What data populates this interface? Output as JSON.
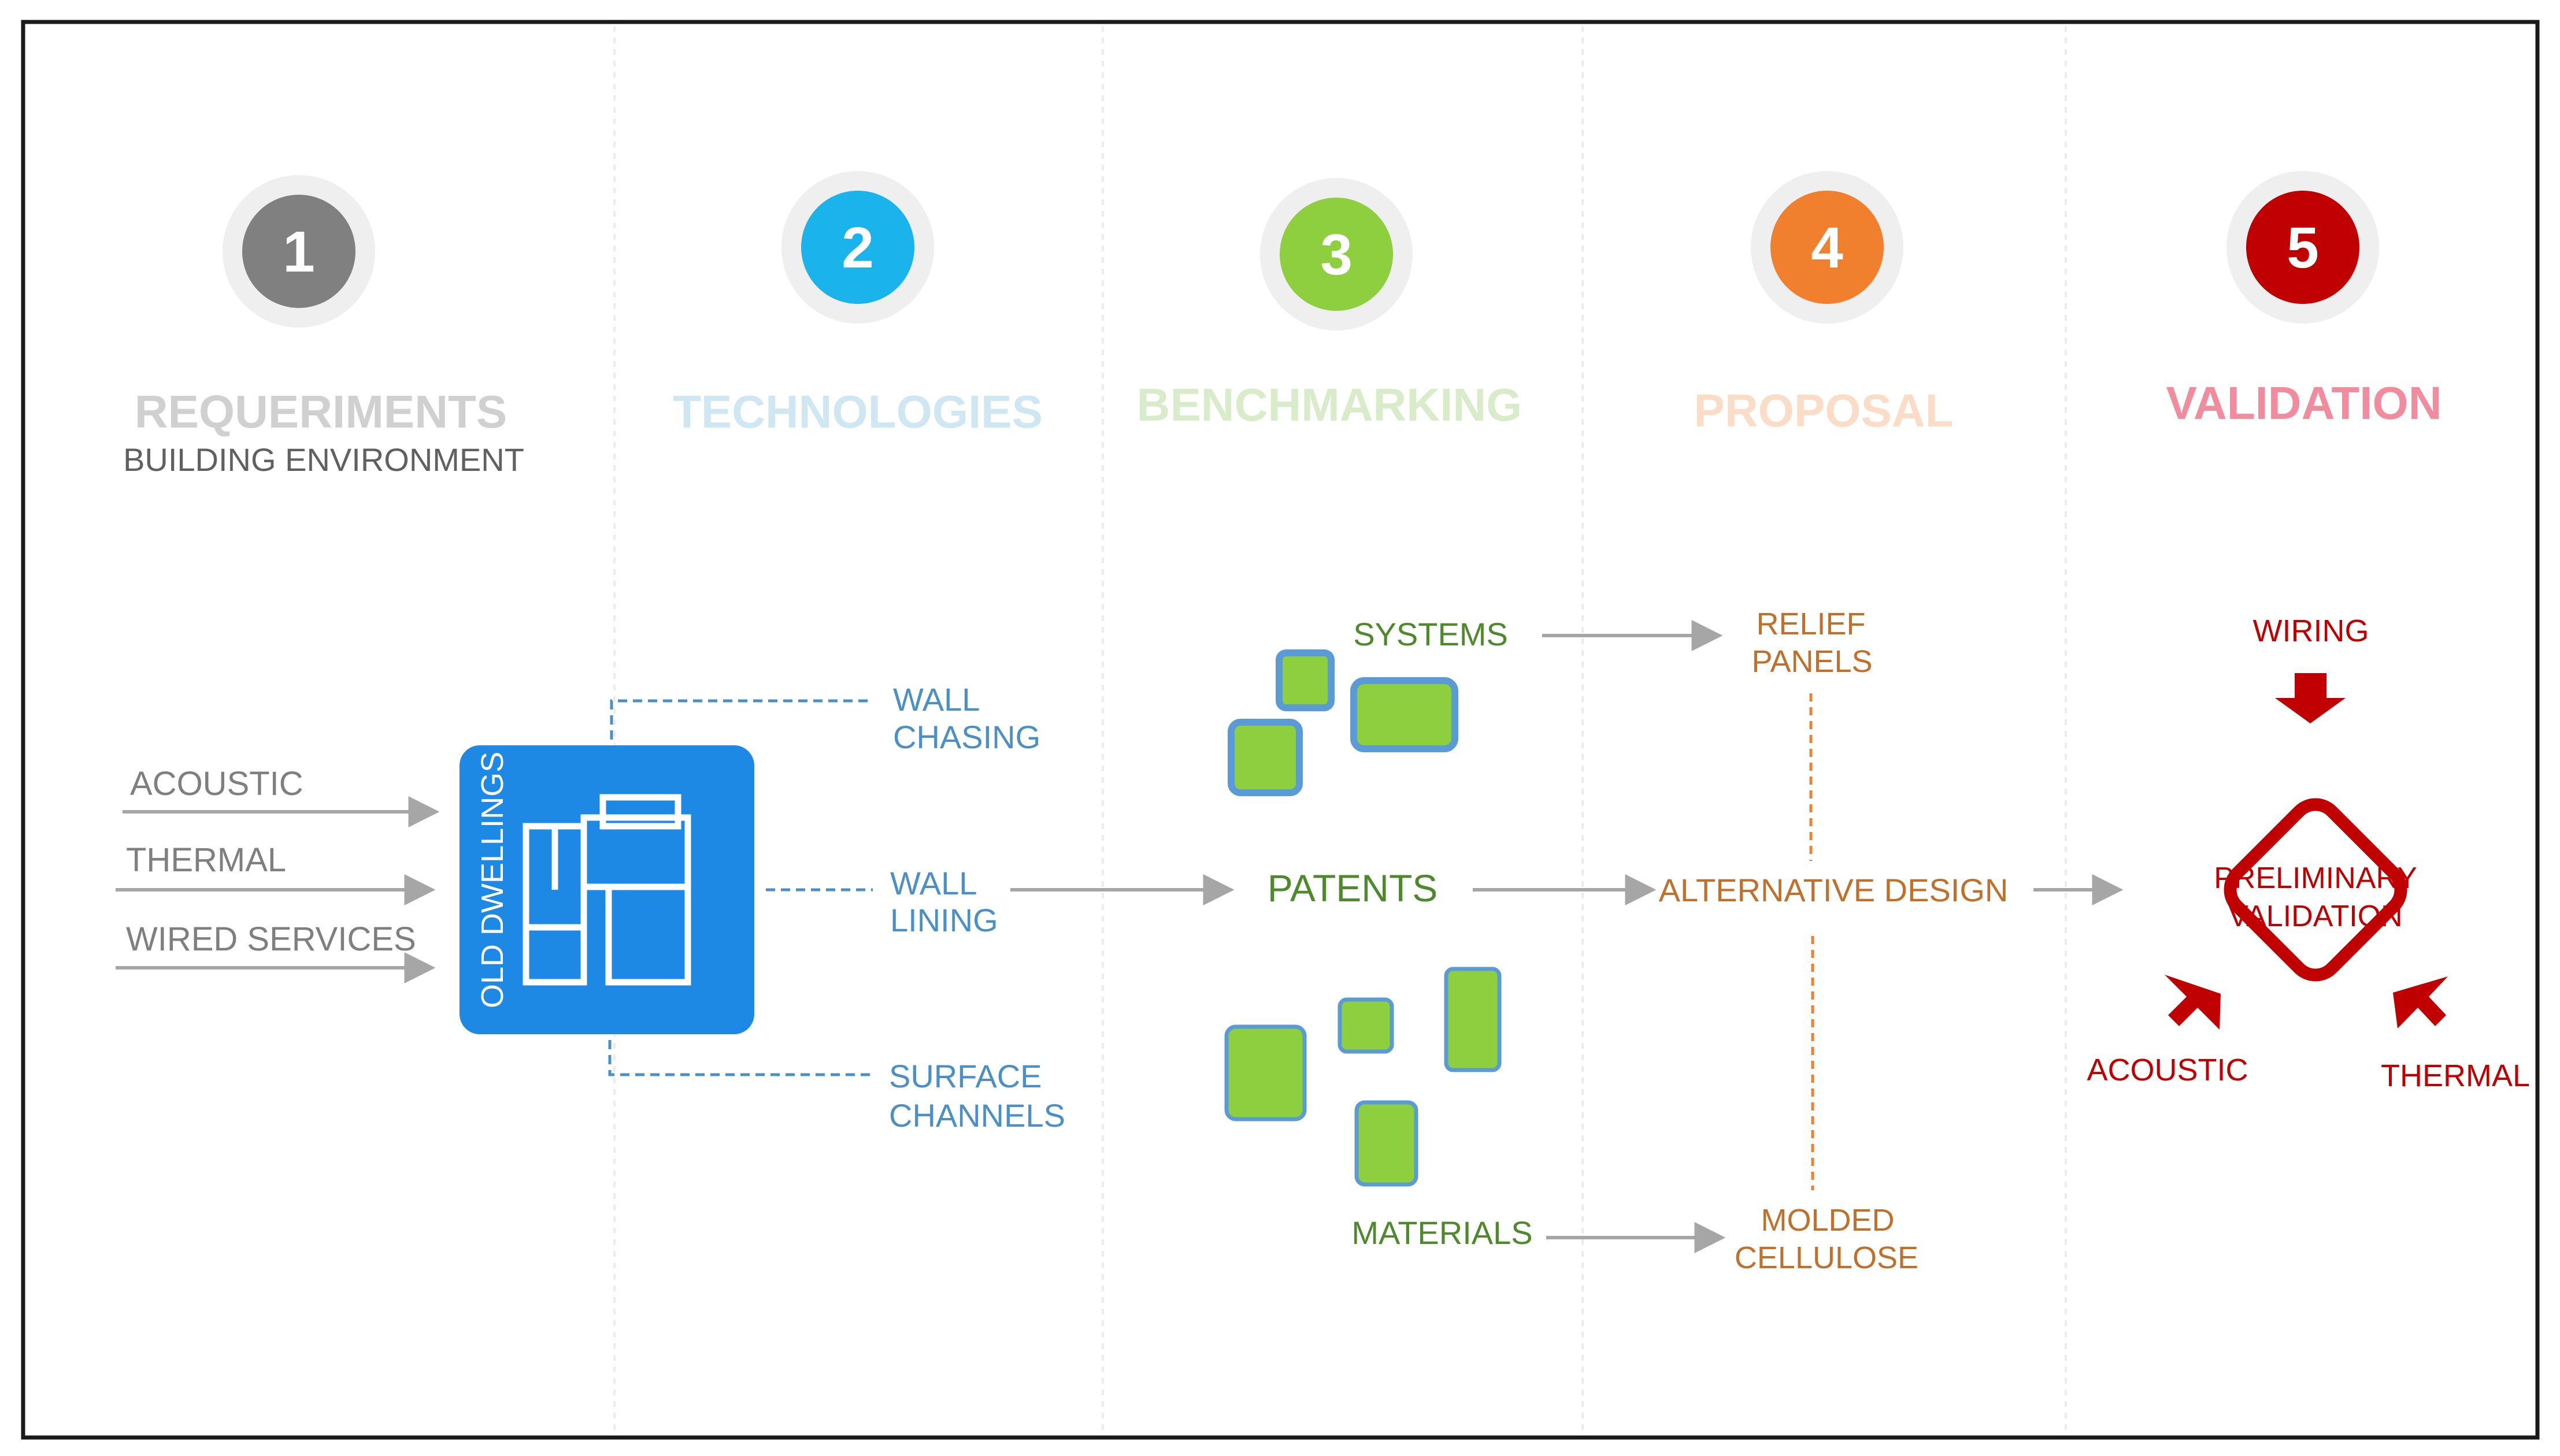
{
  "steps": [
    {
      "number": "1",
      "title": "REQUERIMENTS",
      "subtitle": "BUILDING ENVIRONMENT",
      "circle_color": "#808080",
      "title_color": "#d0d0d0"
    },
    {
      "number": "2",
      "title": "TECHNOLOGIES",
      "circle_color": "#1ab3ec",
      "title_color": "#cfe6f3"
    },
    {
      "number": "3",
      "title": "BENCHMARKING",
      "circle_color": "#8dcf3f",
      "title_color": "#d9ecc9"
    },
    {
      "number": "4",
      "title": "PROPOSAL",
      "circle_color": "#f07f2e",
      "title_color": "#fbdcc7"
    },
    {
      "number": "5",
      "title": "VALIDATION",
      "circle_color": "#c00000",
      "title_color": "#f08c9e"
    }
  ],
  "requirements": {
    "inputs": [
      "ACOUSTIC",
      "THERMAL",
      "WIRED SERVICES"
    ],
    "box_label": "OLD DWELLINGS",
    "box_color": "#1e88e5"
  },
  "technologies": {
    "items": [
      {
        "line1": "WALL",
        "line2": "CHASING"
      },
      {
        "line1": "WALL",
        "line2": "LINING"
      },
      {
        "line1": "SURFACE",
        "line2": "CHANNELS"
      }
    ],
    "color": "#4a8fc6"
  },
  "benchmarking": {
    "systems": "SYSTEMS",
    "patents": "PATENTS",
    "materials": "MATERIALS",
    "text_color": "#4e8a2c",
    "block_fill": "#8dcf3f",
    "block_border": "#5b9bd5"
  },
  "proposal": {
    "relief": {
      "line1": "RELIEF",
      "line2": "PANELS"
    },
    "alternative": "ALTERNATIVE DESIGN",
    "molded": {
      "line1": "MOLDED",
      "line2": "CELLULOSE"
    },
    "color": "#c0702a"
  },
  "validation": {
    "wiring": "WIRING",
    "center": {
      "line1": "PRELIMINARY",
      "line2": "VALIDATION"
    },
    "acoustic": "ACOUSTIC",
    "thermal": "THERMAL",
    "color": "#c00000"
  },
  "colors": {
    "arrow_gray": "#a6a6a6",
    "label_gray": "#7f7f7f",
    "subtitle_gray": "#606060",
    "divider": "#ececec"
  }
}
